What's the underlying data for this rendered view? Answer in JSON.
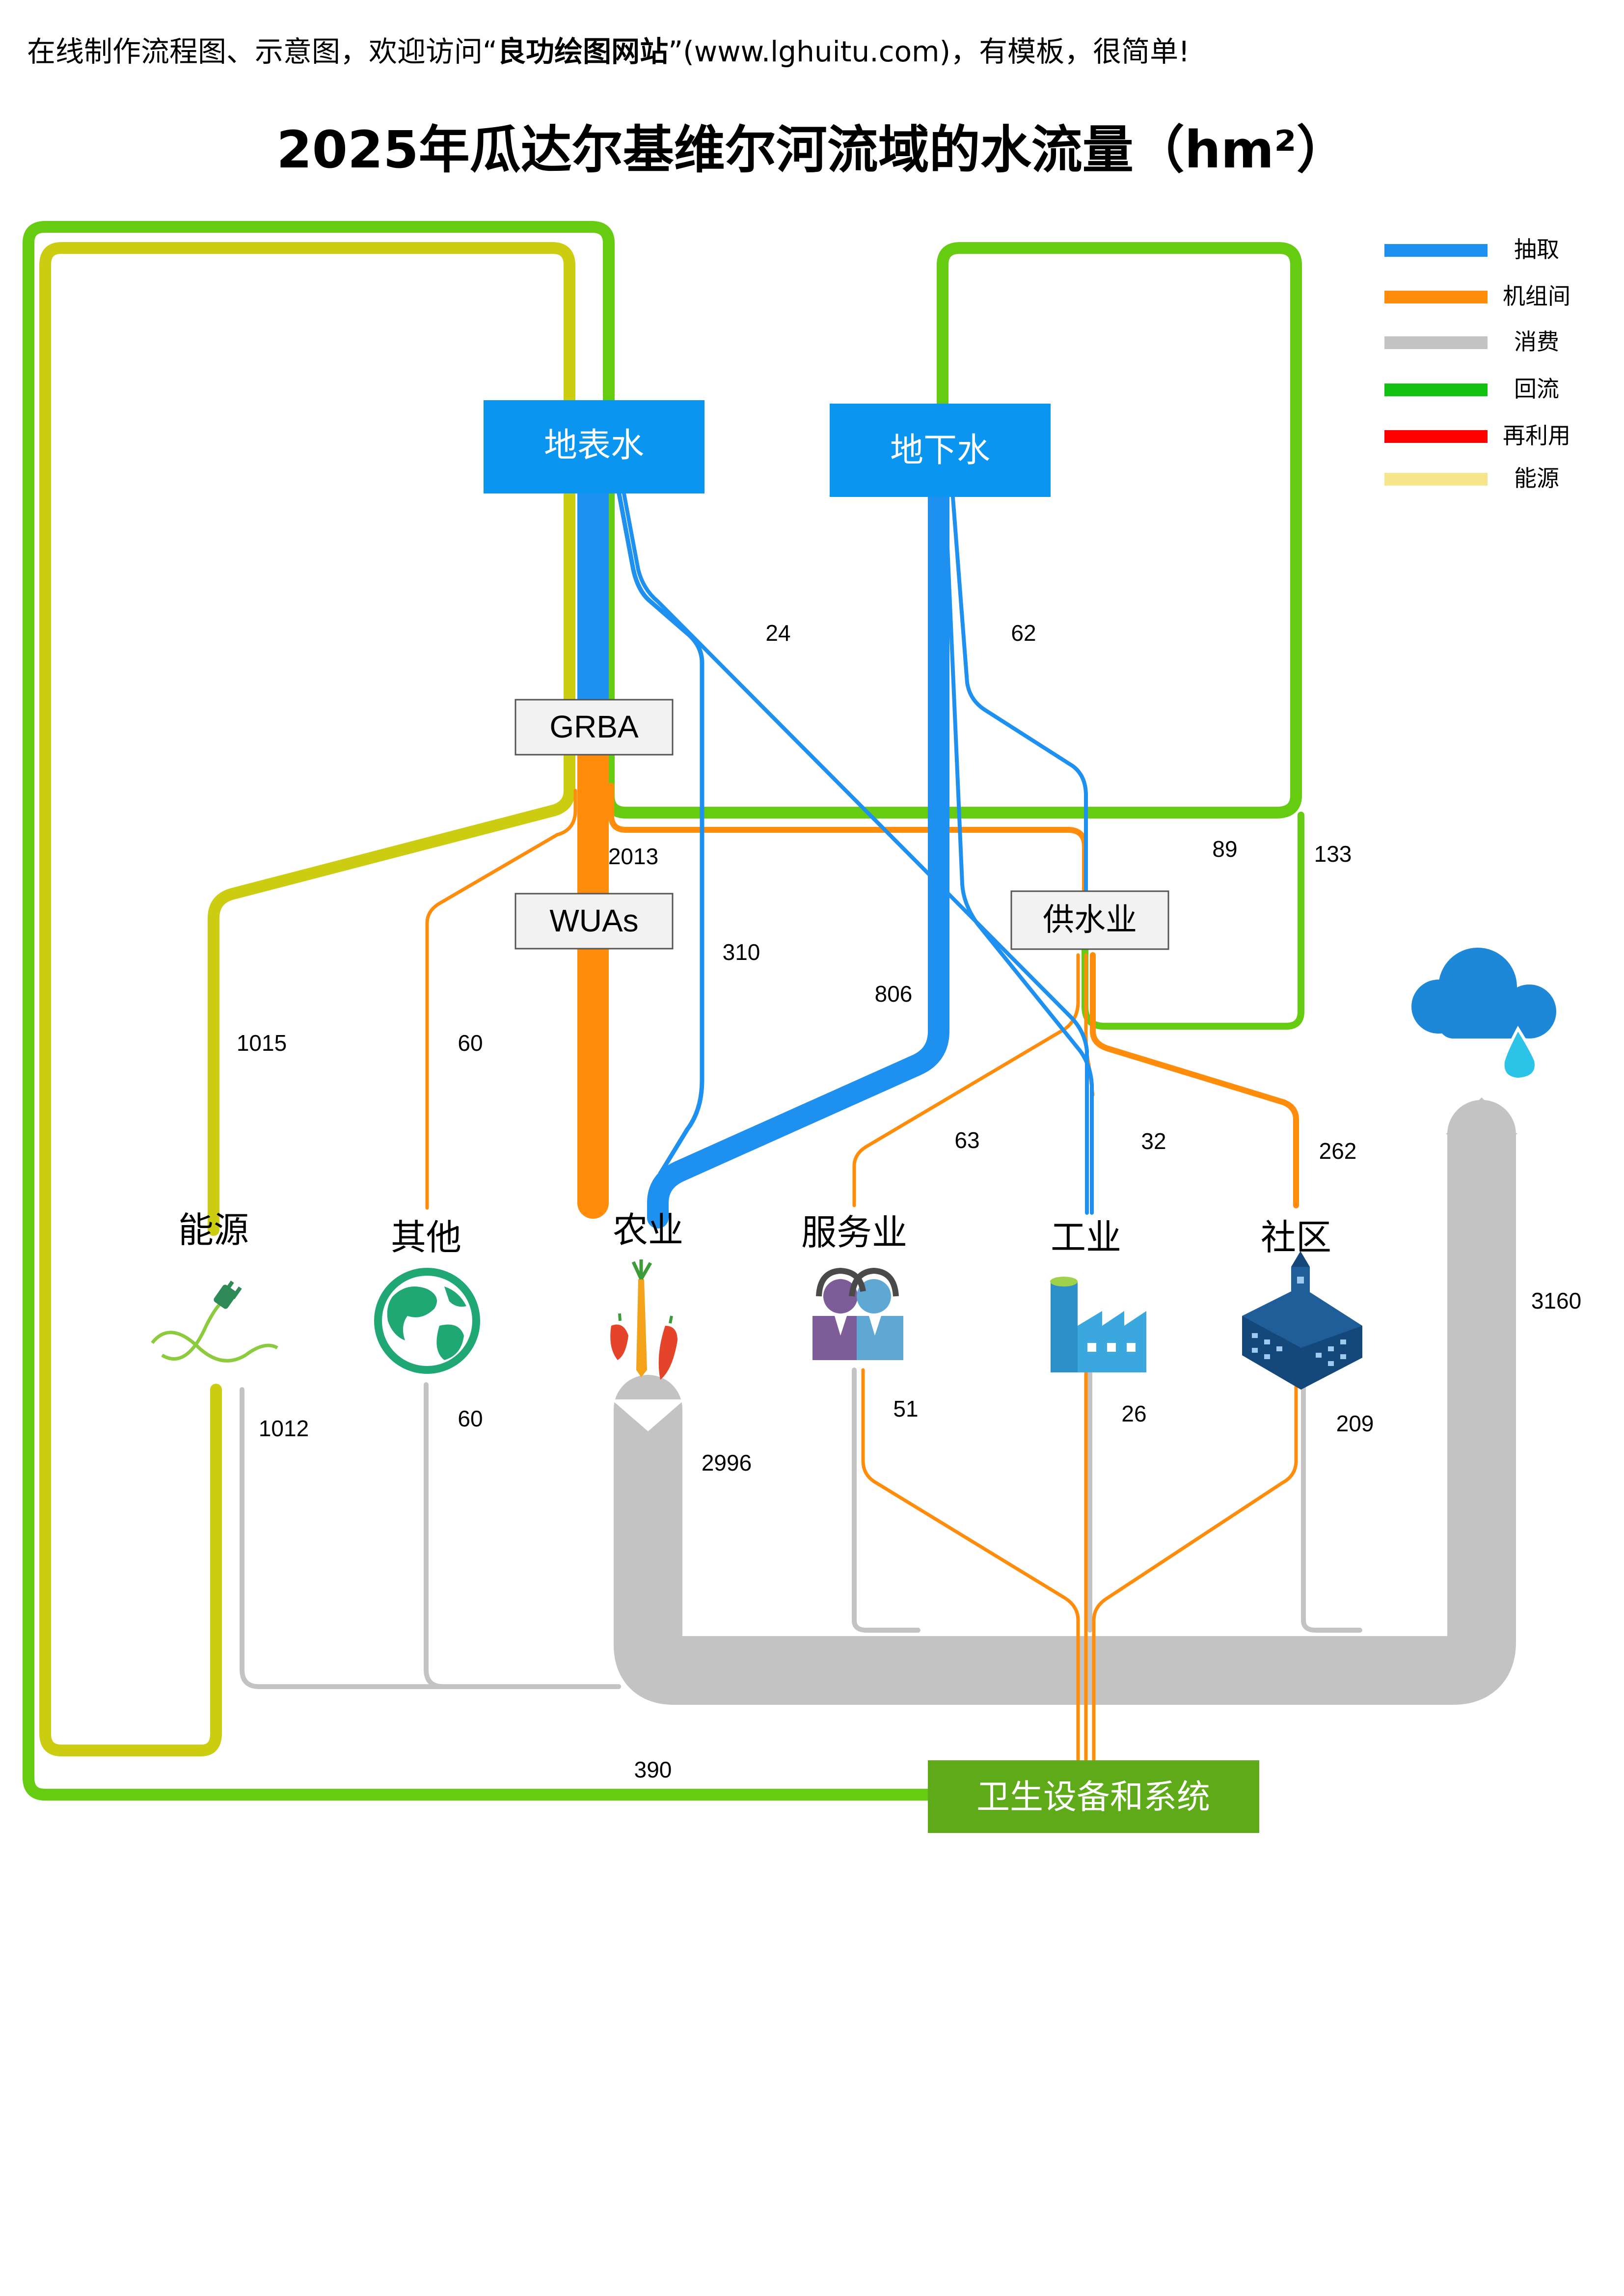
{
  "promo": {
    "prefix": "在线制作流程图、示意图，欢迎访问“",
    "site_name": "良功绘图网站",
    "suffix": "”(www.lghuitu.com)，有模板，很简单!"
  },
  "title": "2025年瓜达尔基维尔河流域的水流量（hm²）",
  "legend": [
    {
      "label": "抽取",
      "color": "#1E90F0"
    },
    {
      "label": "机组间",
      "color": "#FF8C0A"
    },
    {
      "label": "消费",
      "color": "#C3C3C3"
    },
    {
      "label": "回流",
      "color": "#12C112"
    },
    {
      "label": "再利用",
      "color": "#FF0000"
    },
    {
      "label": "能源",
      "color": "#F5E68C"
    }
  ],
  "colors": {
    "extraction": "#1E90F0",
    "intercompany": "#FF8C0A",
    "consumption": "#C3C3C3",
    "return_green": "#66CC11",
    "energy_olive": "#CCCC11",
    "source_box": "#0A96F0",
    "sanitation_box": "#5FAA18",
    "agency_box_fill": "#F2F2F2",
    "agency_box_stroke": "#555555"
  },
  "nodes": {
    "surface_water": "地表水",
    "groundwater": "地下水",
    "grba": "GRBA",
    "wuas": "WUAs",
    "water_supply": "供水业",
    "sanitation": "卫生设备和系统"
  },
  "sectors": {
    "energy": "能源",
    "other": "其他",
    "agriculture": "农业",
    "services": "服务业",
    "industry": "工业",
    "community": "社区"
  },
  "flow_values": {
    "surface_to_industry": "24",
    "ground_to_industry": "62",
    "supply_return": "89",
    "ground_return": "133",
    "grba_to_wuas": "2013",
    "surface_to_agriculture": "310",
    "ground_to_agriculture": "806",
    "energy_in": "1015",
    "other_in": "60",
    "supply_to_services": "63",
    "supply_to_industry": "32",
    "supply_to_community": "262",
    "energy_consumption": "1012",
    "other_consumption": "60",
    "agriculture_consumption": "2996",
    "services_consumption": "51",
    "industry_consumption": "26",
    "community_consumption": "209",
    "total_consumption": "3160",
    "sanitation_return": "390"
  }
}
